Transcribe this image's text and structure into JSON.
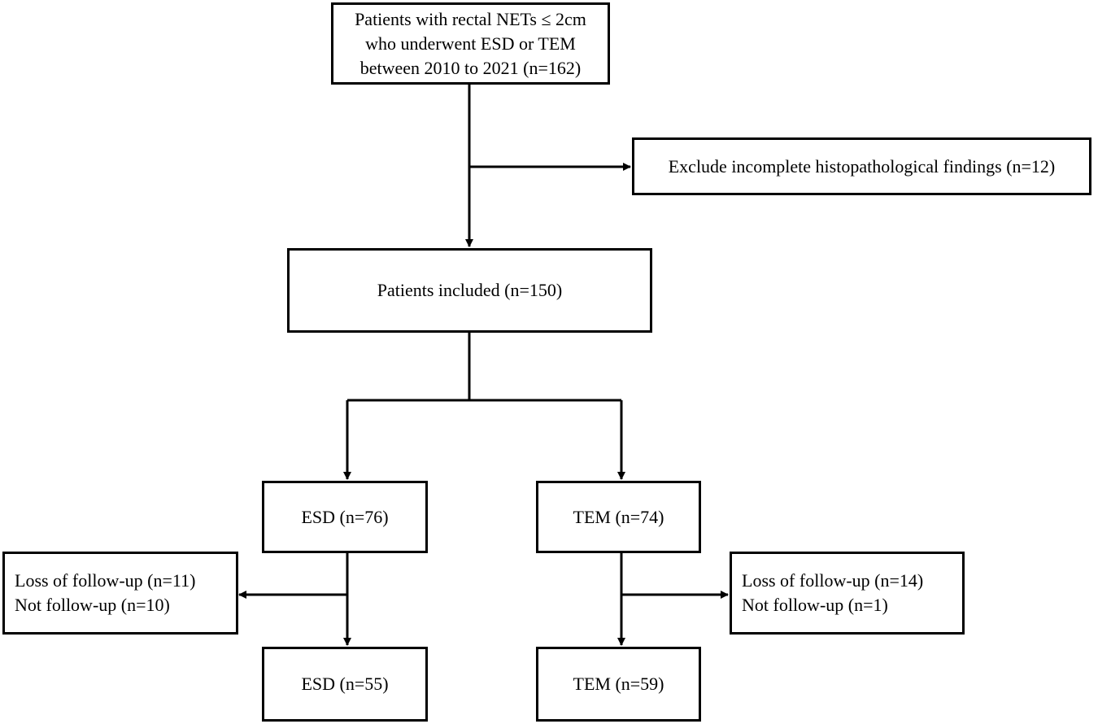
{
  "boxes": {
    "start": {
      "lines": [
        "Patients with rectal NETs ≤ 2cm",
        "who underwent ESD or TEM",
        "between 2010 to 2021 (n=162)"
      ]
    },
    "exclude": {
      "lines": [
        "Exclude incomplete histopathological findings (n=12)"
      ]
    },
    "included": {
      "lines": [
        "Patients included (n=150)"
      ]
    },
    "esd": {
      "lines": [
        "ESD (n=76)"
      ]
    },
    "tem": {
      "lines": [
        "TEM (n=74)"
      ]
    },
    "esd_loss": {
      "lines": [
        "Loss of follow-up (n=11)",
        "Not follow-up (n=10)"
      ]
    },
    "tem_loss": {
      "lines": [
        "Loss of follow-up (n=14)",
        "Not follow-up (n=1)"
      ]
    },
    "esd_final": {
      "lines": [
        "ESD (n=55)"
      ]
    },
    "tem_final": {
      "lines": [
        "TEM (n=59)"
      ]
    }
  }
}
